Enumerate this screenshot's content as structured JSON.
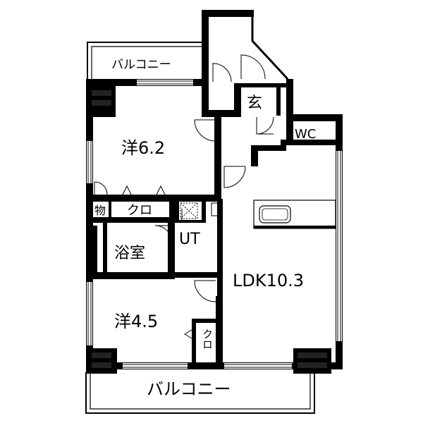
{
  "rooms": {
    "balcony_top": "バルコニー",
    "entrance": "玄",
    "wc": "WC",
    "western_1": "洋6.2",
    "storage": "物",
    "closet_1": "クロ",
    "utility": "UT",
    "bath": "浴室",
    "ldk": "LDK10.3",
    "western_2": "洋4.5",
    "closet_2": "クロ",
    "balcony_bottom": "バルコニー"
  }
}
